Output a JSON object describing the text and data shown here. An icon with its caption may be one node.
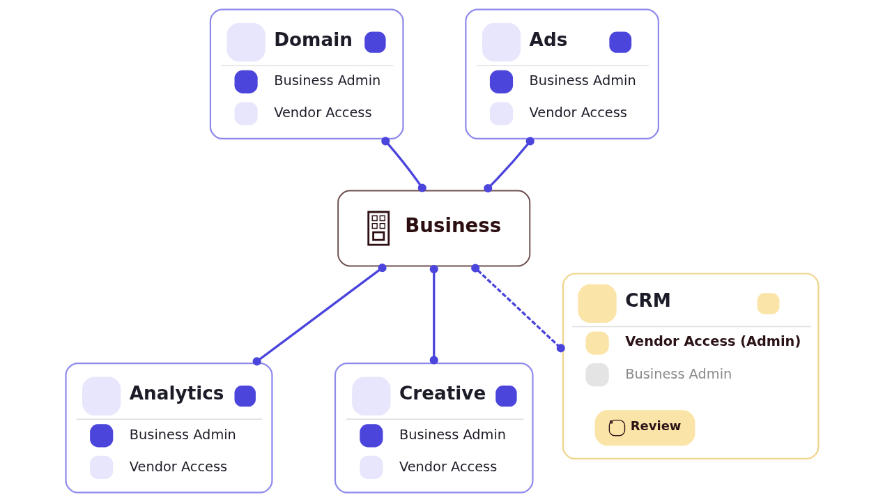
{
  "diagram": {
    "nodes": [
      {
        "text": [
          "Domain",
          "Business Admin",
          "Vendor Access"
        ]
      },
      {
        "text": [
          "Ads",
          "Business Admin",
          "Vendor Access"
        ]
      },
      {
        "text": [
          "Business"
        ]
      },
      {
        "text": [
          "Analytics",
          "Business Admin",
          "Vendor Access"
        ]
      },
      {
        "text": [
          "CRM",
          "Vendor Access (Admin)",
          "Business Admin"
        ]
      },
      {
        "text": [
          "Review"
        ],
        "in": 4
      },
      {
        "text": [
          "Creative",
          "Business Admin",
          "Vendor Access"
        ]
      }
    ],
    "edges": [
      {
        "from": 2,
        "to": 0,
        "arrow": "other"
      },
      {
        "from": 2,
        "to": 1,
        "arrow": "other"
      },
      {
        "from": 2,
        "to": 3,
        "arrow": "other"
      },
      {
        "from": 2,
        "to": 6,
        "arrow": "other"
      },
      {
        "from": 2,
        "to": 4,
        "arrow": "other",
        "style": "dashed"
      }
    ]
  }
}
